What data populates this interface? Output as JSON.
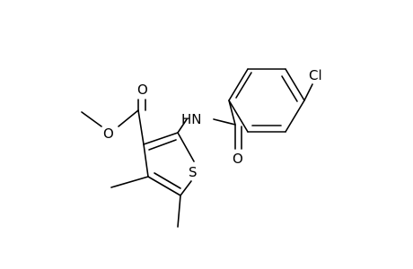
{
  "molecule": {
    "atoms": {
      "cl": "Cl",
      "nh": "HN",
      "o_carbonyl_amide": "O",
      "o_carbonyl_ester": "O",
      "o_ester": "O",
      "s": "S"
    },
    "colors": {
      "bond": "#000000",
      "label": "#000000",
      "background": "#ffffff"
    }
  }
}
